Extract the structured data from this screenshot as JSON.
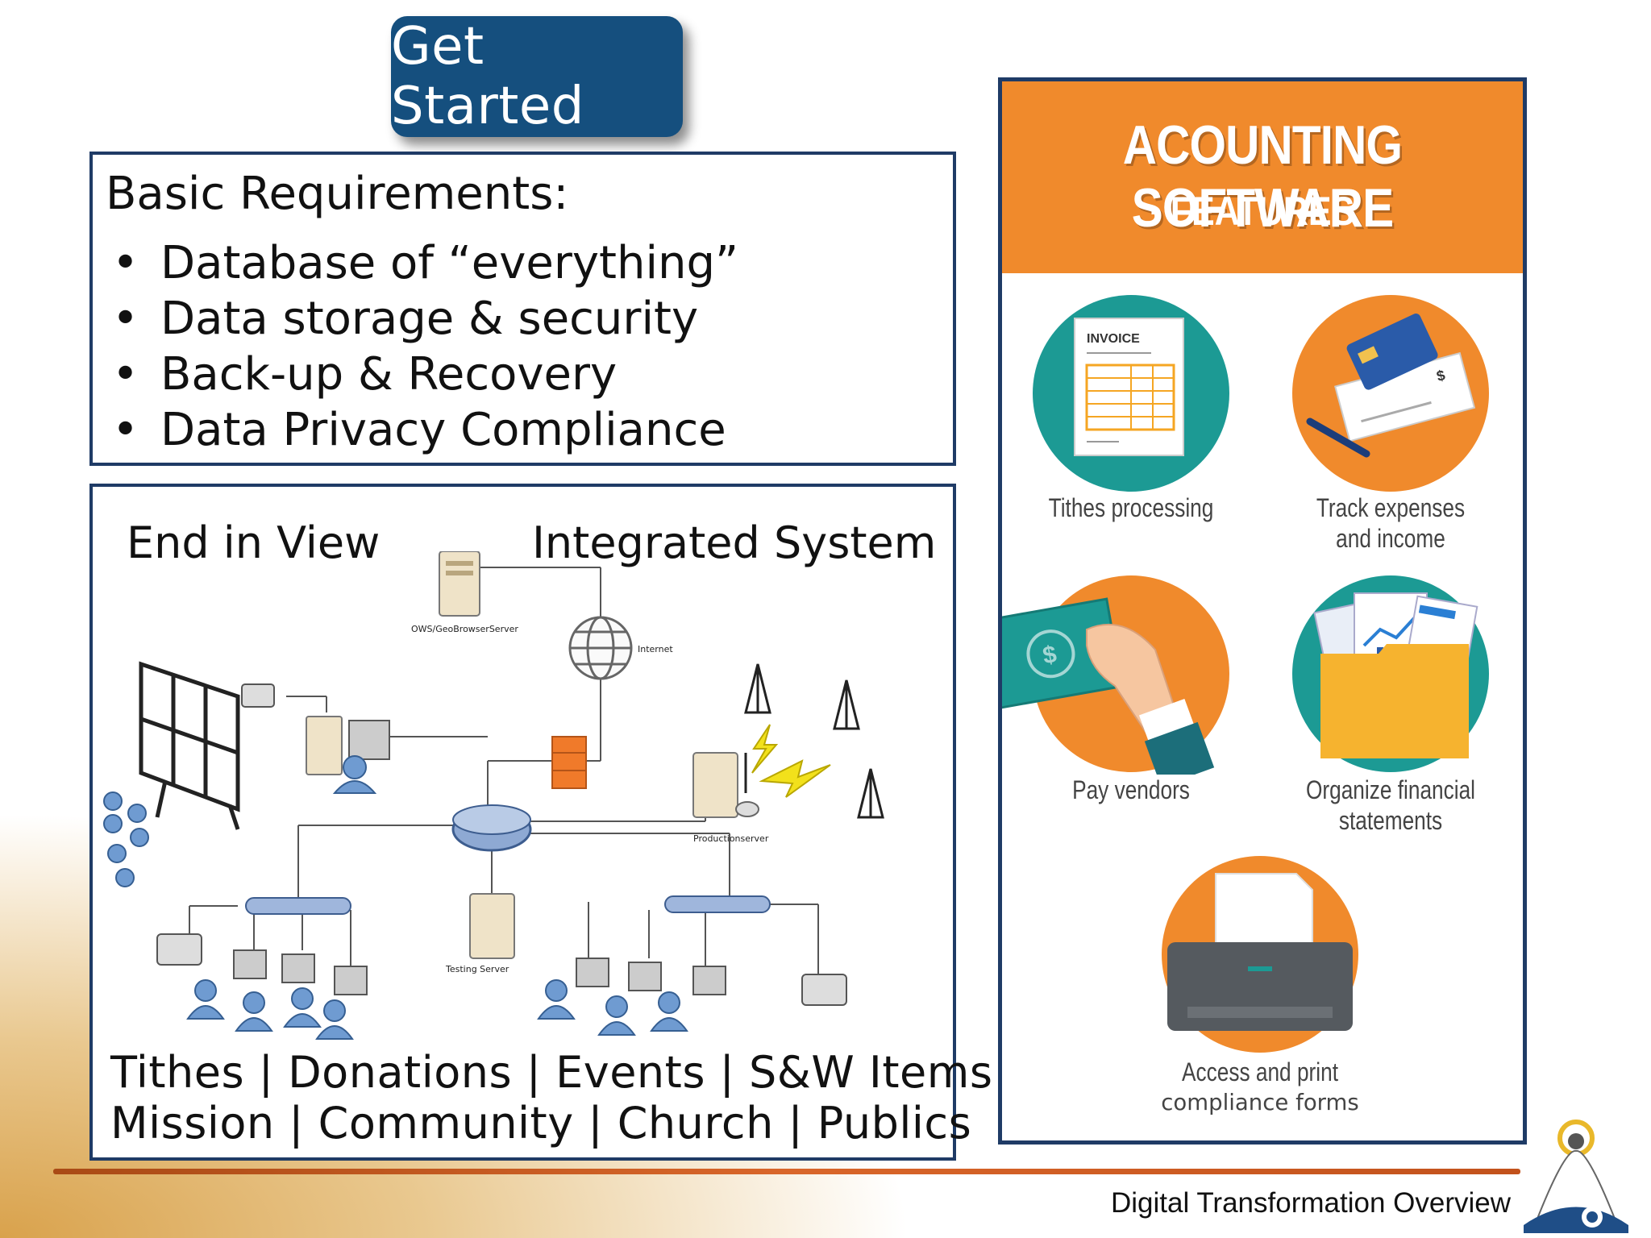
{
  "header": {
    "get_started_label": "Get Started"
  },
  "requirements": {
    "title": "Basic Requirements:",
    "items": [
      "Database of “everything”",
      "Data storage & security",
      "Back-up & Recovery",
      "Data Privacy Compliance"
    ]
  },
  "system": {
    "left_heading": "End in View",
    "right_heading": "Integrated System",
    "node_labels": {
      "ows_server": "OWS/GeoBrowserServer",
      "internet": "Internet",
      "production_server": "Productionserver",
      "testing_server": "Testing Server"
    },
    "bottom_line1": "Tithes | Donations | Events | S&W Items",
    "bottom_line2": "Mission | Community | Church | Publics"
  },
  "accounting": {
    "title": "ACOUNTING SOFTWARE",
    "subtitle": "· FEATURES ·",
    "invoice_text": "INVOICE",
    "features": [
      {
        "line1": "Tithes processing",
        "line2": ""
      },
      {
        "line1": "Track expenses",
        "line2": "and income"
      },
      {
        "line1": "Pay vendors",
        "line2": ""
      },
      {
        "line1": "Organize financial",
        "line2": "statements"
      },
      {
        "line1": "Access and print",
        "line2": "compliance forms"
      }
    ],
    "colors": {
      "orange": "#f08a2c",
      "teal": "#1c9a94",
      "dark_blue": "#1f3b66"
    }
  },
  "footer": {
    "text": "Digital Transformation Overview"
  }
}
